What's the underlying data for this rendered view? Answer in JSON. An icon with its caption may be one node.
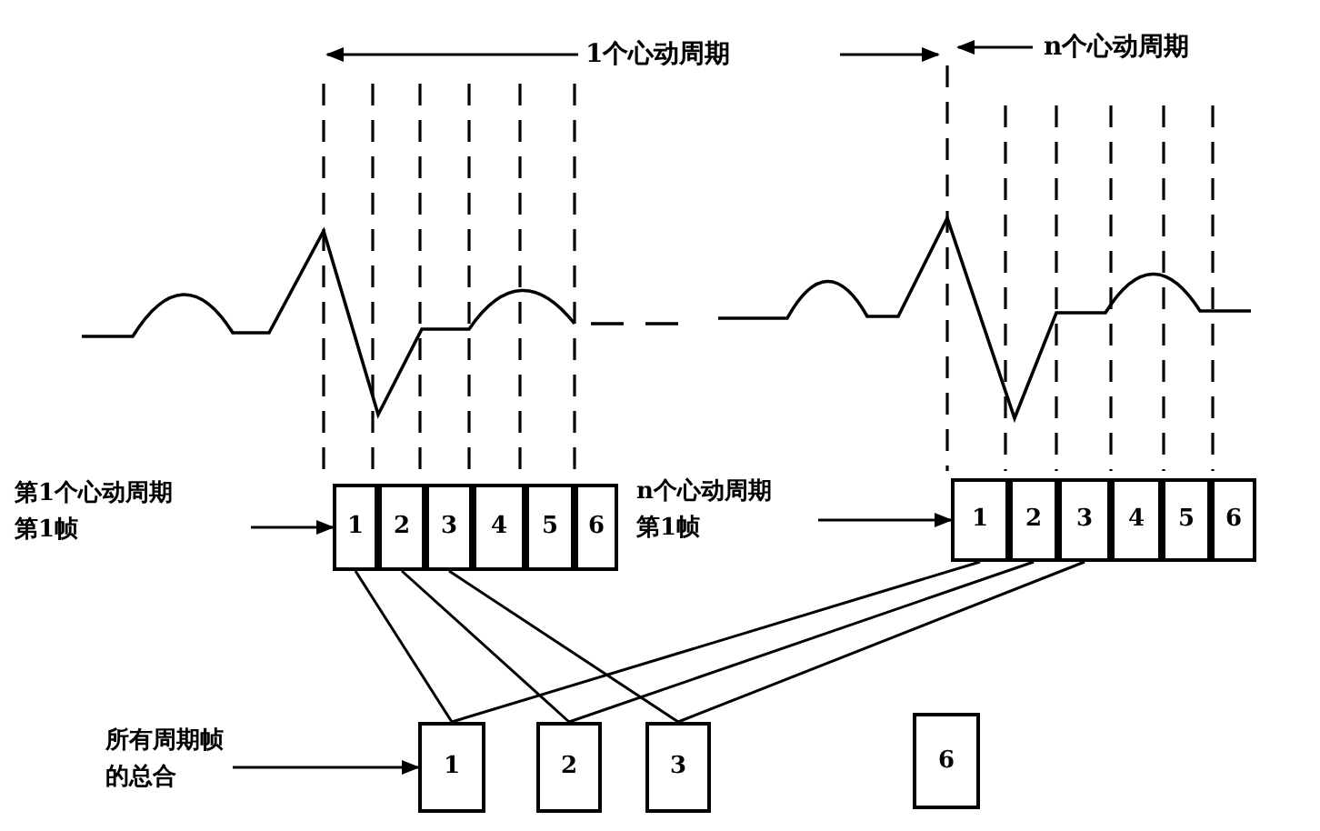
{
  "diagram": {
    "nodes": [
      {
        "text": [
          "第1个心动周期",
          "第1帧"
        ]
      },
      {
        "text": [
          "1"
        ]
      },
      {
        "text": [
          "2"
        ]
      },
      {
        "text": [
          "3"
        ]
      },
      {
        "text": [
          "4"
        ]
      },
      {
        "text": [
          "5"
        ]
      },
      {
        "text": [
          "6"
        ]
      },
      {
        "text": [
          "n个心动周期",
          "第1帧"
        ]
      },
      {
        "text": [
          "1"
        ]
      },
      {
        "text": [
          "2"
        ]
      },
      {
        "text": [
          "3"
        ]
      },
      {
        "text": [
          "4"
        ]
      },
      {
        "text": [
          "5"
        ]
      },
      {
        "text": [
          "6"
        ]
      },
      {
        "text": [
          "所有周期帧的总合"
        ]
      },
      {
        "text": [
          "1"
        ]
      },
      {
        "text": [
          "2"
        ]
      },
      {
        "text": [
          "3"
        ]
      },
      {
        "text": [
          "6"
        ]
      }
    ],
    "edges": [
      {
        "from": 0,
        "to": 1,
        "arrow": "to"
      },
      {
        "from": 7,
        "to": 8,
        "arrow": "to"
      },
      {
        "from": 14,
        "to": 15,
        "arrow": "to"
      },
      {
        "from": 1,
        "to": 15,
        "arrow": "none"
      },
      {
        "from": 2,
        "to": 16,
        "arrow": "none"
      },
      {
        "from": 3,
        "to": 17,
        "arrow": "none"
      },
      {
        "from": 8,
        "to": 15,
        "arrow": "none"
      },
      {
        "from": 9,
        "to": 16,
        "arrow": "none"
      },
      {
        "from": 10,
        "to": 17,
        "arrow": "none"
      }
    ],
    "labels": [
      "1个心动周期",
      "n个心动周期"
    ]
  }
}
